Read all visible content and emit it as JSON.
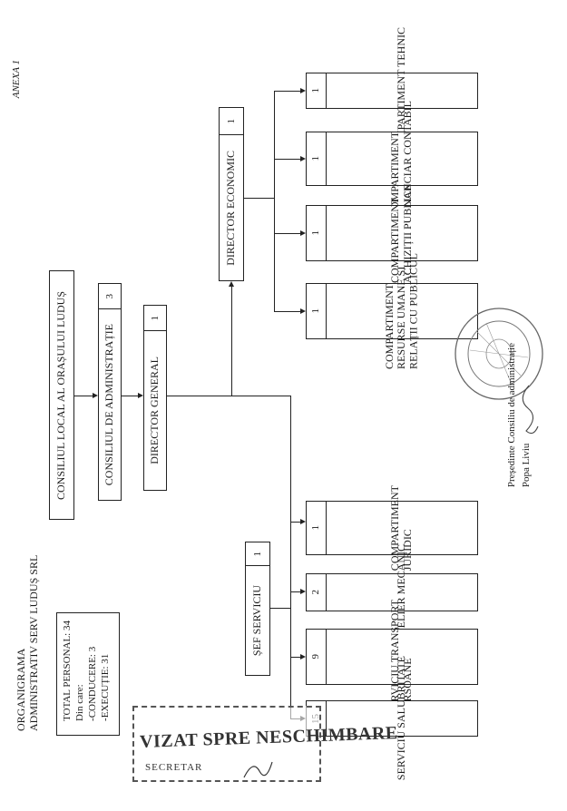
{
  "annex": "ANEXA 1",
  "title": {
    "line1": "ORGANIGRAMA",
    "line2": "ADMINISTRATIV SERV LUDUȘ SRL"
  },
  "personnel": {
    "total": "TOTAL PERSONAL: 34",
    "din_care": "Din care:",
    "conducere": "-CONDUCERE: 3",
    "executie": "-EXECUȚIE: 31"
  },
  "consiliul_local": "CONSILIUL LOCAL AL ORAȘULUI LUDUȘ",
  "consiliul_admin": {
    "label": "CONSILIUL DE ADMINISTRAȚIE",
    "count": "3"
  },
  "director_general": {
    "label": "DIRECTOR GENERAL",
    "count": "1"
  },
  "director_economic": {
    "label": "DIRECTOR ECONOMIC",
    "count": "1"
  },
  "sef_serviciu": {
    "label": "ȘEF SERVICIU",
    "count": "1"
  },
  "economic_units": [
    {
      "lines": [
        "COMPARTIMENT TEHNIC"
      ],
      "count": "1"
    },
    {
      "lines": [
        "COMPARTIMENT",
        "FINANCIAR CONTABIL"
      ],
      "count": "1"
    },
    {
      "lines": [
        "COMPARTIMENT",
        "ACHIZIȚII PUBLICE"
      ],
      "count": "1"
    },
    {
      "lines": [
        "COMPARTIMENT",
        "RESURSE UMANE ȘI",
        "RELAȚII CU PUBLICUL"
      ],
      "count": "1"
    }
  ],
  "compartiment_juridic": {
    "lines": [
      "COMPARTIMENT",
      "JURIDIC"
    ],
    "count": "1"
  },
  "service_units": [
    {
      "lines": [
        "ATELIER MECANIC"
      ],
      "count": "2"
    },
    {
      "lines": [
        "SERVICIU TRANSPORT",
        "PERSOANE"
      ],
      "count": "9"
    },
    {
      "lines": [
        "SERVICIU SALUBRITATE"
      ],
      "count": "15"
    }
  ],
  "stamp": {
    "text": "VIZAT SPRE NESCHIMBARE",
    "secretar": "SECRETAR"
  },
  "signature": {
    "line1": "Președinte Consiliu de administrație",
    "line2": "Popa Liviu"
  }
}
